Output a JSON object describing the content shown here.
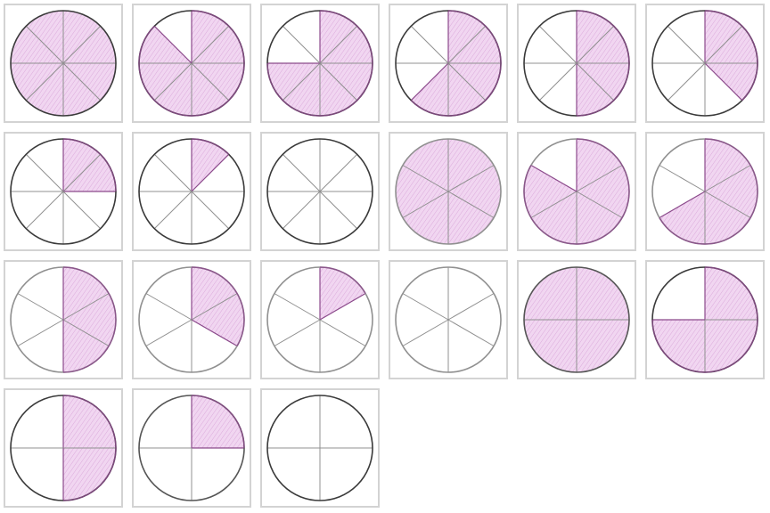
{
  "diagram": {
    "style": {
      "fill_color": "#f1d6f1",
      "hatch_color": "#d39bd3",
      "shaded_edge_color": "#8b4a8b",
      "card_border_color": "#d3d3d3",
      "dark_outline": "#3a3a3a",
      "medium_outline": "#555555",
      "light_outline": "#909090"
    },
    "fraction_circles": [
      {
        "parts": 8,
        "shaded": 8,
        "outline": "dark"
      },
      {
        "parts": 8,
        "shaded": 7,
        "outline": "dark"
      },
      {
        "parts": 8,
        "shaded": 6,
        "outline": "dark"
      },
      {
        "parts": 8,
        "shaded": 5,
        "outline": "dark"
      },
      {
        "parts": 8,
        "shaded": 4,
        "outline": "dark"
      },
      {
        "parts": 8,
        "shaded": 3,
        "outline": "dark"
      },
      {
        "parts": 8,
        "shaded": 2,
        "outline": "dark"
      },
      {
        "parts": 8,
        "shaded": 1,
        "outline": "dark"
      },
      {
        "parts": 8,
        "shaded": 0,
        "outline": "dark"
      },
      {
        "parts": 6,
        "shaded": 6,
        "outline": "light"
      },
      {
        "parts": 6,
        "shaded": 5,
        "outline": "light"
      },
      {
        "parts": 6,
        "shaded": 4,
        "outline": "light"
      },
      {
        "parts": 6,
        "shaded": 3,
        "outline": "light"
      },
      {
        "parts": 6,
        "shaded": 2,
        "outline": "light"
      },
      {
        "parts": 6,
        "shaded": 1,
        "outline": "light"
      },
      {
        "parts": 6,
        "shaded": 0,
        "outline": "light"
      },
      {
        "parts": 4,
        "shaded": 4,
        "outline": "medium"
      },
      {
        "parts": 4,
        "shaded": 3,
        "outline": "dark"
      },
      {
        "parts": 4,
        "shaded": 2,
        "outline": "dark"
      },
      {
        "parts": 4,
        "shaded": 1,
        "outline": "medium"
      },
      {
        "parts": 4,
        "shaded": 0,
        "outline": "dark"
      }
    ]
  }
}
